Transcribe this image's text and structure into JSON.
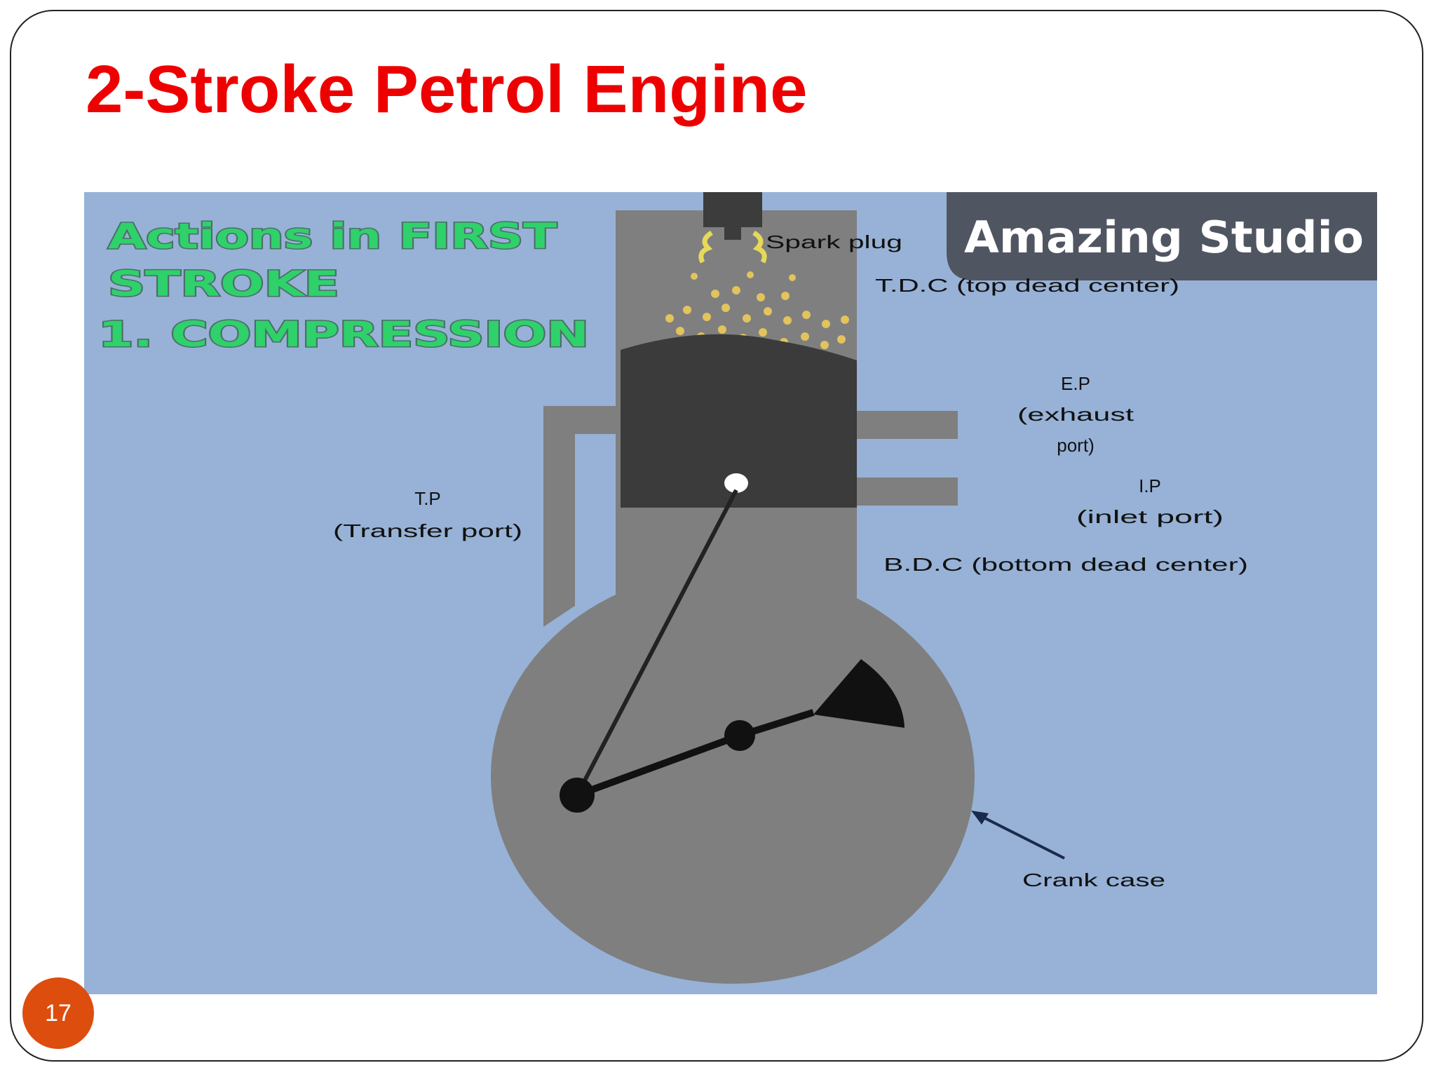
{
  "slide": {
    "title": "2-Stroke Petrol Engine",
    "page_number": "17"
  },
  "diagram": {
    "heading_line1": "Actions in FIRST",
    "heading_line2": "STROKE",
    "heading_line3": "1. COMPRESSION",
    "watermark": "Amazing Studio",
    "labels": {
      "spark_plug": "Spark plug",
      "tdc": "T.D.C (top dead center)",
      "ep_line1": "E.P",
      "ep_line2": "(exhaust",
      "ep_line3": "port)",
      "ip_line1": "I.P",
      "ip_line2": "(inlet port)",
      "tp_line1": "T.P",
      "tp_line2": "(Transfer port)",
      "bdc": "B.D.C (bottom dead center)",
      "crank_case": "Crank case"
    },
    "colors": {
      "background": "#97b2d6",
      "body": "#7f7f7f",
      "piston": "#3b3b3b",
      "heading": "#2fd16a",
      "fuel": "#e2c35c",
      "title": "#ee0000",
      "badge": "#dd4d0e"
    }
  }
}
